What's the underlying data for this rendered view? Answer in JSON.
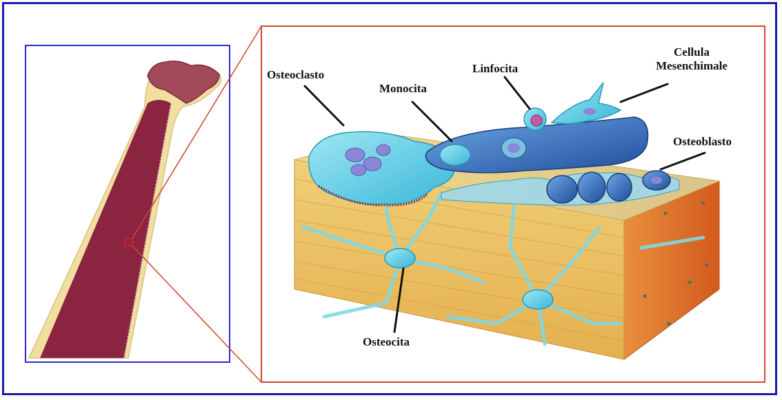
{
  "labels": {
    "osteoclasto": "Osteoclasto",
    "monocita": "Monocita",
    "linfocita": "Linfocita",
    "cellula_line1": "Cellula",
    "cellula_line2": "Mesenchimale",
    "osteoblasto": "Osteoblasto",
    "osteocita": "Osteocita"
  },
  "colors": {
    "outer_frame": "#1a1ab0",
    "inset_frame": "#2a2ad0",
    "zoom_frame": "#d0462a",
    "bone_marrow": "#8a2440",
    "bone_cortex": "#f1dfa0",
    "bone_block": "#e9b860",
    "cell_cyan": "#5fcfe6",
    "cell_blue": "#3c6fb8"
  }
}
